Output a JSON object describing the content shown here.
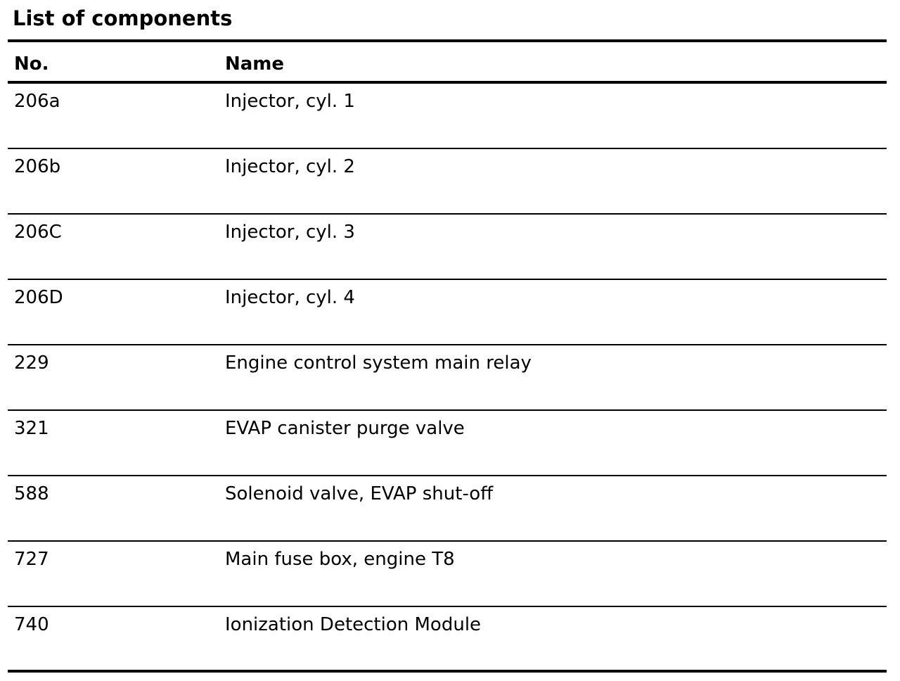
{
  "title": "List of components",
  "table": {
    "headers": {
      "no": "No.",
      "name": "Name"
    },
    "rows": [
      {
        "no": "206a",
        "name": "Injector, cyl. 1"
      },
      {
        "no": "206b",
        "name": "Injector, cyl. 2"
      },
      {
        "no": "206C",
        "name": "Injector, cyl. 3"
      },
      {
        "no": "206D",
        "name": "Injector, cyl. 4"
      },
      {
        "no": "229",
        "name": "Engine control system main relay"
      },
      {
        "no": "321",
        "name": "EVAP canister purge valve"
      },
      {
        "no": "588",
        "name": "Solenoid valve, EVAP shut-off"
      },
      {
        "no": "727",
        "name": "Main fuse box, engine T8"
      },
      {
        "no": "740",
        "name": "Ionization Detection Module"
      }
    ]
  }
}
